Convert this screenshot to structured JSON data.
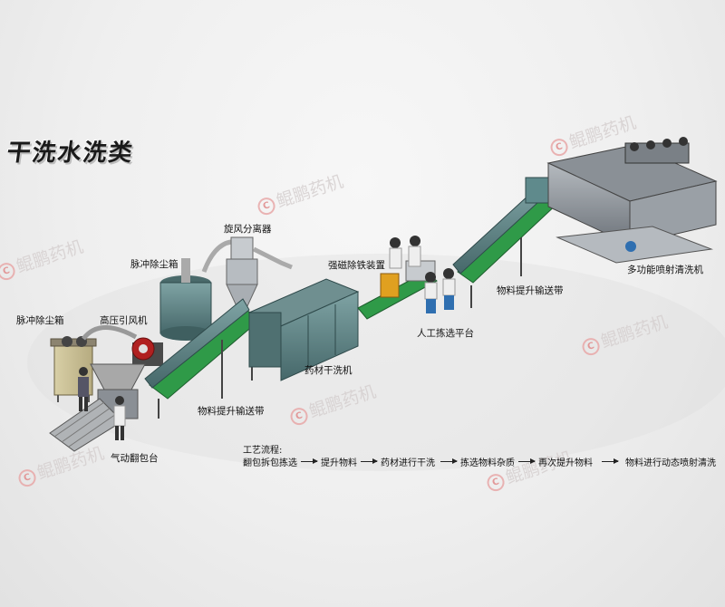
{
  "title": "干洗水洗类",
  "watermark": "鲲鹏药机",
  "watermark_logo": "C",
  "labels": {
    "dust_box_left": "脉冲除尘箱",
    "high_pressure_fan": "高压引风机",
    "dust_box_center": "脉冲除尘箱",
    "cyclone": "旋风分离器",
    "magnetic_iron_remover": "强磁除铁装置",
    "manual_picking_platform": "人工拣选平台",
    "conveyor_right": "物料提升输送带",
    "multi_function_washer": "多功能喷射清洗机",
    "dry_washer": "药材干洗机",
    "conveyor_left": "物料提升输送带",
    "pneumatic_bag_tipper": "气动翻包台"
  },
  "process": {
    "title": "工艺流程:",
    "steps": [
      "翻包拆包拣选",
      "提升物料",
      "药材进行干洗",
      "拣选物料杂质",
      "再次提升物料",
      "物料进行动态喷射清洗"
    ]
  },
  "colors": {
    "background": "#efefef",
    "machine_teal": "#5f8a8c",
    "machine_dark": "#3f5f60",
    "belt_green": "#2f9a48",
    "washer_gray": "#8a9096",
    "fan_red": "#b02020",
    "platform_orange": "#e0a020",
    "operator_blue": "#2f6fb0"
  }
}
